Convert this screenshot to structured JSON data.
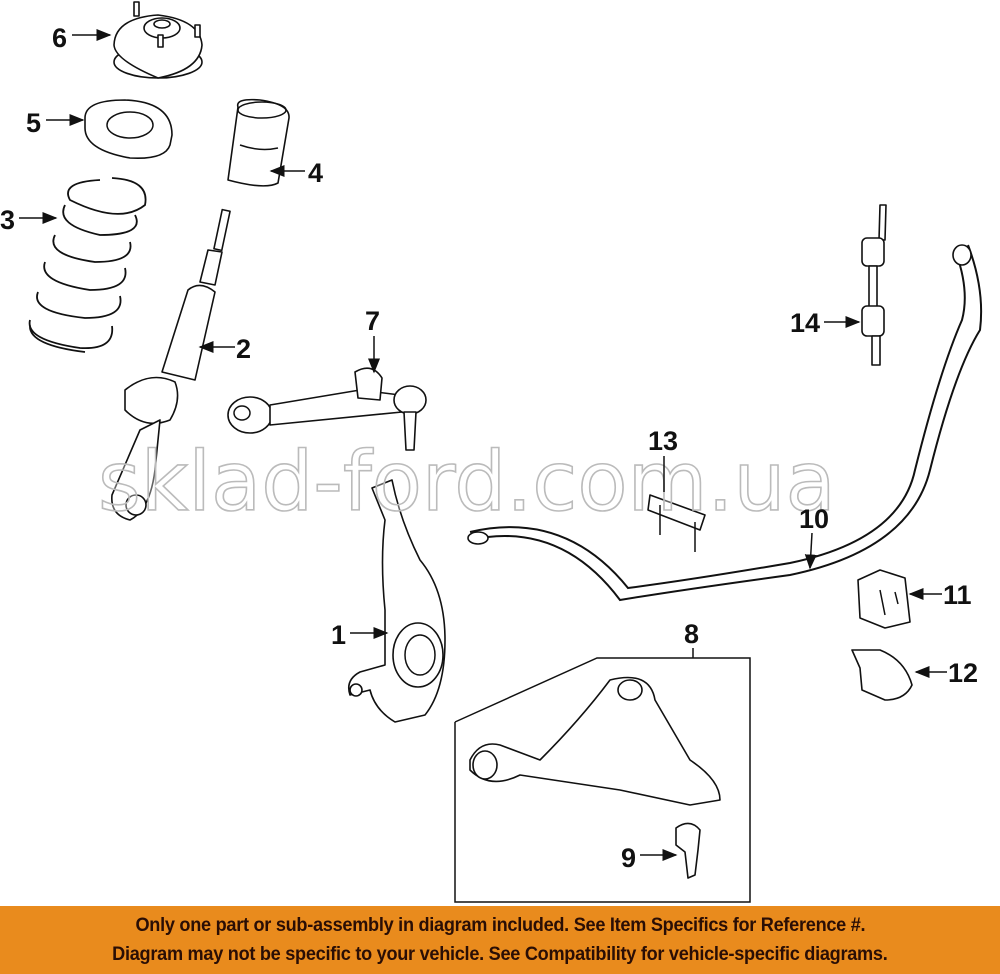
{
  "diagram": {
    "callouts": [
      "1",
      "2",
      "3",
      "4",
      "5",
      "6",
      "7",
      "8",
      "9",
      "10",
      "11",
      "12",
      "13",
      "14"
    ],
    "watermark": "sklad-ford.com.ua"
  },
  "banner": {
    "line1": "Only one part or sub-assembly in diagram included. See Item Specifics for Reference #.",
    "line2": "Diagram may not be specific to your vehicle. See Compatibility for vehicle-specific diagrams.",
    "color": "#e98b1d"
  }
}
